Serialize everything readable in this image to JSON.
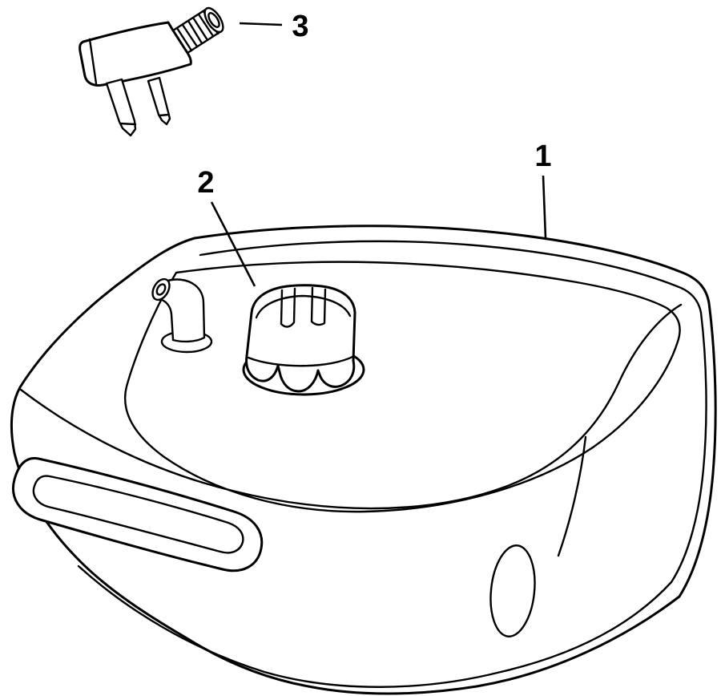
{
  "figure": {
    "background": "#ffffff",
    "line_color": "#000000"
  },
  "callouts": [
    {
      "label": "1"
    },
    {
      "label": "2"
    },
    {
      "label": "3"
    }
  ]
}
